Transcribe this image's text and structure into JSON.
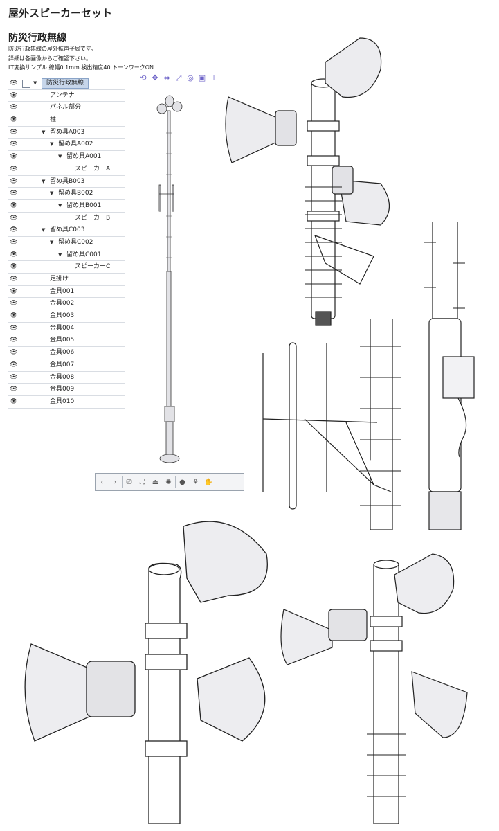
{
  "page": {
    "title": "屋外スピーカーセット",
    "section_title": "防災行政無線",
    "desc_lines": [
      "防災行政無線の屋外拡声子局です。",
      "詳細は各画像からご確認下さい。",
      "LT変換サンプル 線幅0.1mm 検出精度40 トーンワークON"
    ]
  },
  "layers": [
    {
      "label": "防災行政無線",
      "indent": 0,
      "expand": true,
      "selected": true
    },
    {
      "label": "アンテナ",
      "indent": 1,
      "expand": false,
      "selected": false
    },
    {
      "label": "パネル部分",
      "indent": 1,
      "expand": false,
      "selected": false
    },
    {
      "label": "柱",
      "indent": 1,
      "expand": false,
      "selected": false
    },
    {
      "label": "留め具A003",
      "indent": 1,
      "expand": true,
      "selected": false
    },
    {
      "label": "留め具A002",
      "indent": 2,
      "expand": true,
      "selected": false
    },
    {
      "label": "留め具A001",
      "indent": 3,
      "expand": true,
      "selected": false
    },
    {
      "label": "スピーカーA",
      "indent": 4,
      "expand": false,
      "selected": false
    },
    {
      "label": "留め具B003",
      "indent": 1,
      "expand": true,
      "selected": false
    },
    {
      "label": "留め具B002",
      "indent": 2,
      "expand": true,
      "selected": false
    },
    {
      "label": "留め具B001",
      "indent": 3,
      "expand": true,
      "selected": false
    },
    {
      "label": "スピーカーB",
      "indent": 4,
      "expand": false,
      "selected": false
    },
    {
      "label": "留め具C003",
      "indent": 1,
      "expand": true,
      "selected": false
    },
    {
      "label": "留め具C002",
      "indent": 2,
      "expand": true,
      "selected": false
    },
    {
      "label": "留め具C001",
      "indent": 3,
      "expand": true,
      "selected": false
    },
    {
      "label": "スピーカーC",
      "indent": 4,
      "expand": false,
      "selected": false
    },
    {
      "label": "足掛け",
      "indent": 1,
      "expand": false,
      "selected": false
    },
    {
      "label": "金具001",
      "indent": 1,
      "expand": false,
      "selected": false
    },
    {
      "label": "金具002",
      "indent": 1,
      "expand": false,
      "selected": false
    },
    {
      "label": "金具003",
      "indent": 1,
      "expand": false,
      "selected": false
    },
    {
      "label": "金具004",
      "indent": 1,
      "expand": false,
      "selected": false
    },
    {
      "label": "金具005",
      "indent": 1,
      "expand": false,
      "selected": false
    },
    {
      "label": "金具006",
      "indent": 1,
      "expand": false,
      "selected": false
    },
    {
      "label": "金具007",
      "indent": 1,
      "expand": false,
      "selected": false
    },
    {
      "label": "金具008",
      "indent": 1,
      "expand": false,
      "selected": false
    },
    {
      "label": "金具009",
      "indent": 1,
      "expand": false,
      "selected": false
    },
    {
      "label": "金具010",
      "indent": 1,
      "expand": false,
      "selected": false
    }
  ],
  "icons": {
    "eye": "eye-icon",
    "gizmo": [
      "rotate-icon",
      "pan-icon",
      "move-icon",
      "scale-icon",
      "rotate-camera-icon",
      "cube-icon",
      "axis-icon"
    ],
    "toolbar": [
      "prev-icon",
      "next-icon",
      "camera-icon",
      "fit-icon",
      "floor-icon",
      "lights-icon",
      "sphere-icon",
      "pose-icon",
      "hand-icon"
    ]
  },
  "colors": {
    "accent": "#6c62c8",
    "selection": "#c7d6ea",
    "line": "#222222",
    "fill": "#e9e9ec"
  }
}
